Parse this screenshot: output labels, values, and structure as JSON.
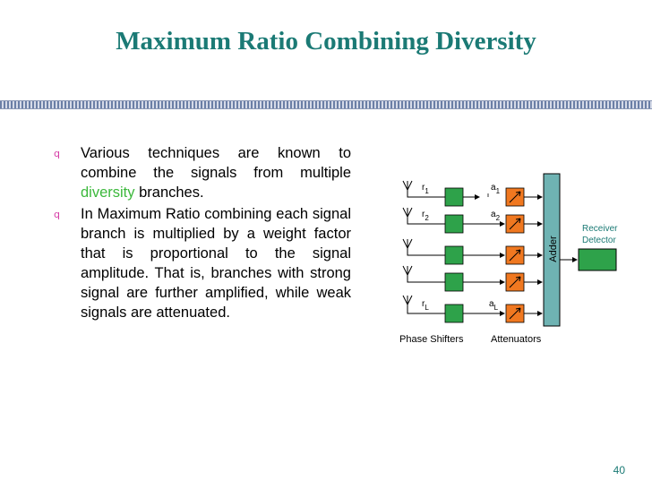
{
  "slide": {
    "title": "Maximum Ratio Combining Diversity",
    "page_number": "40"
  },
  "bullets": [
    {
      "marker": "q",
      "pre": "Various techniques are known to combine the signals from multiple ",
      "highlight": "diversity",
      "post": " branches."
    },
    {
      "marker": "q",
      "text": "In Maximum Ratio combining each signal branch is multiplied by a weight factor that is proportional to the signal amplitude. That is, branches with strong signal are further amplified, while weak signals are attenuated."
    }
  ],
  "diagram": {
    "r_labels": [
      {
        "base": "r",
        "sub": "1"
      },
      {
        "base": "r",
        "sub": "2"
      },
      {
        "base": "r",
        "sub": "L"
      }
    ],
    "a_labels": [
      {
        "base": "a",
        "sub": "1"
      },
      {
        "base": "a",
        "sub": "2"
      },
      {
        "base": "a",
        "sub": "L"
      }
    ],
    "adder_label": "Adder",
    "receiver_line1": "Receiver",
    "receiver_line2": "Detector",
    "phase_shifters_label": "Phase Shifters",
    "attenuators_label": "Attenuators",
    "colors": {
      "green": "#2ea24a",
      "orange": "#f07820",
      "adder": "#6fb3b3",
      "accent": "#1b7a75"
    }
  }
}
